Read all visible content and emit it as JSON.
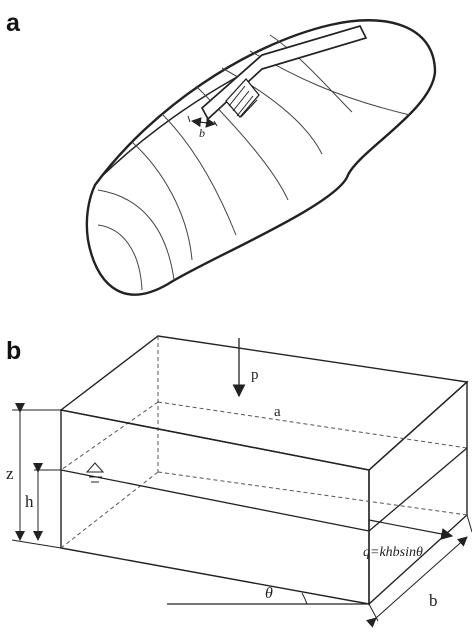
{
  "panel_a": {
    "label": "a",
    "width_label": "b"
  },
  "panel_b": {
    "label": "b",
    "load_label": "p",
    "length_label": "a",
    "depth_label": "z",
    "water_height_label": "h",
    "flux_formula": "q=khbsinθ",
    "width_label": "b",
    "angle_label": "θ"
  }
}
